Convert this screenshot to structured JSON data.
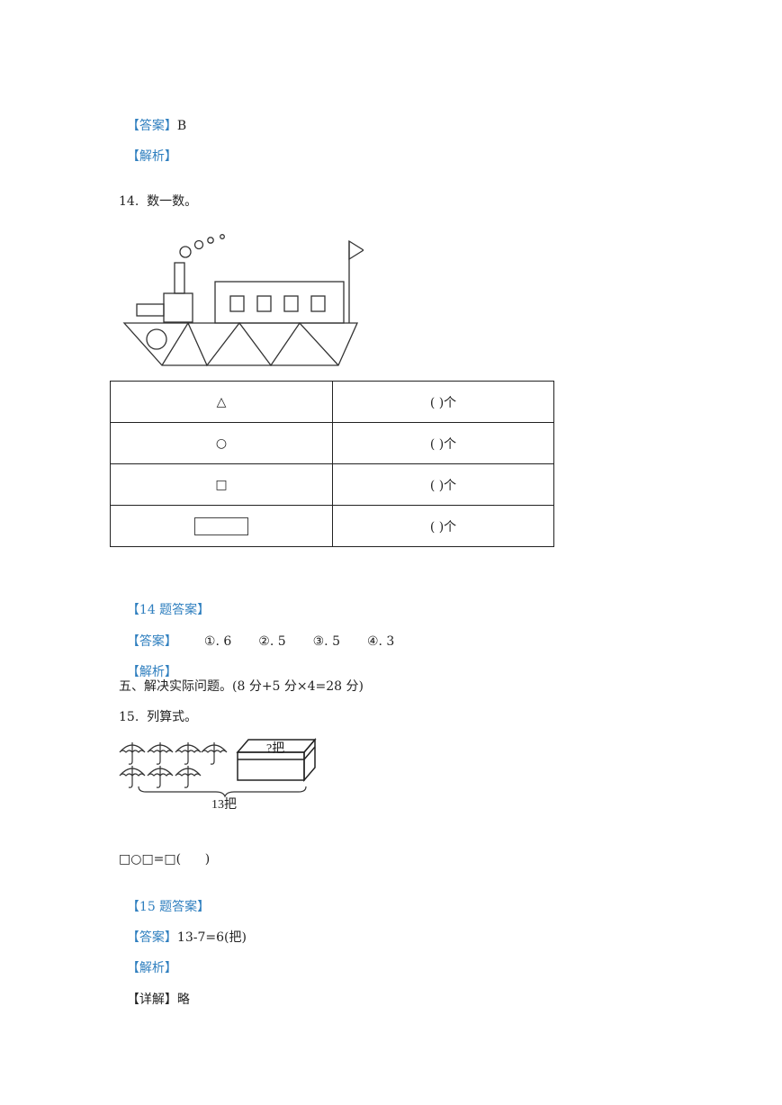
{
  "q13": {
    "answer_tag": "【答案】",
    "answer_value": "B",
    "analysis_tag": "【解析】"
  },
  "q14": {
    "title": "14.  数一数。",
    "table": [
      {
        "shape": "△",
        "blank": "(          )个"
      },
      {
        "shape": "○",
        "blank": "(          )个"
      },
      {
        "shape": "□",
        "blank": "(          )个"
      },
      {
        "shape": "rectangle",
        "blank": "(          )个"
      }
    ],
    "section_tag": "【14 题答案】",
    "answer_tag": "【答案】",
    "answers": [
      "①. 6",
      "②. 5",
      "③. 5",
      "④. 3"
    ],
    "analysis_tag": "【解析】"
  },
  "section5": {
    "title": "五、解决实际问题。(8 分+5 分×4=28 分)"
  },
  "q15": {
    "title": "15.  列算式。",
    "box_label": "?把",
    "total_label": "13把",
    "equation": "□○□=□(      )",
    "section_tag": "【15 题答案】",
    "answer_tag": "【答案】",
    "answer_value": "13-7=6(把)",
    "analysis_tag": "【解析】",
    "detail_tag": "【详解】",
    "detail_value": "略"
  }
}
